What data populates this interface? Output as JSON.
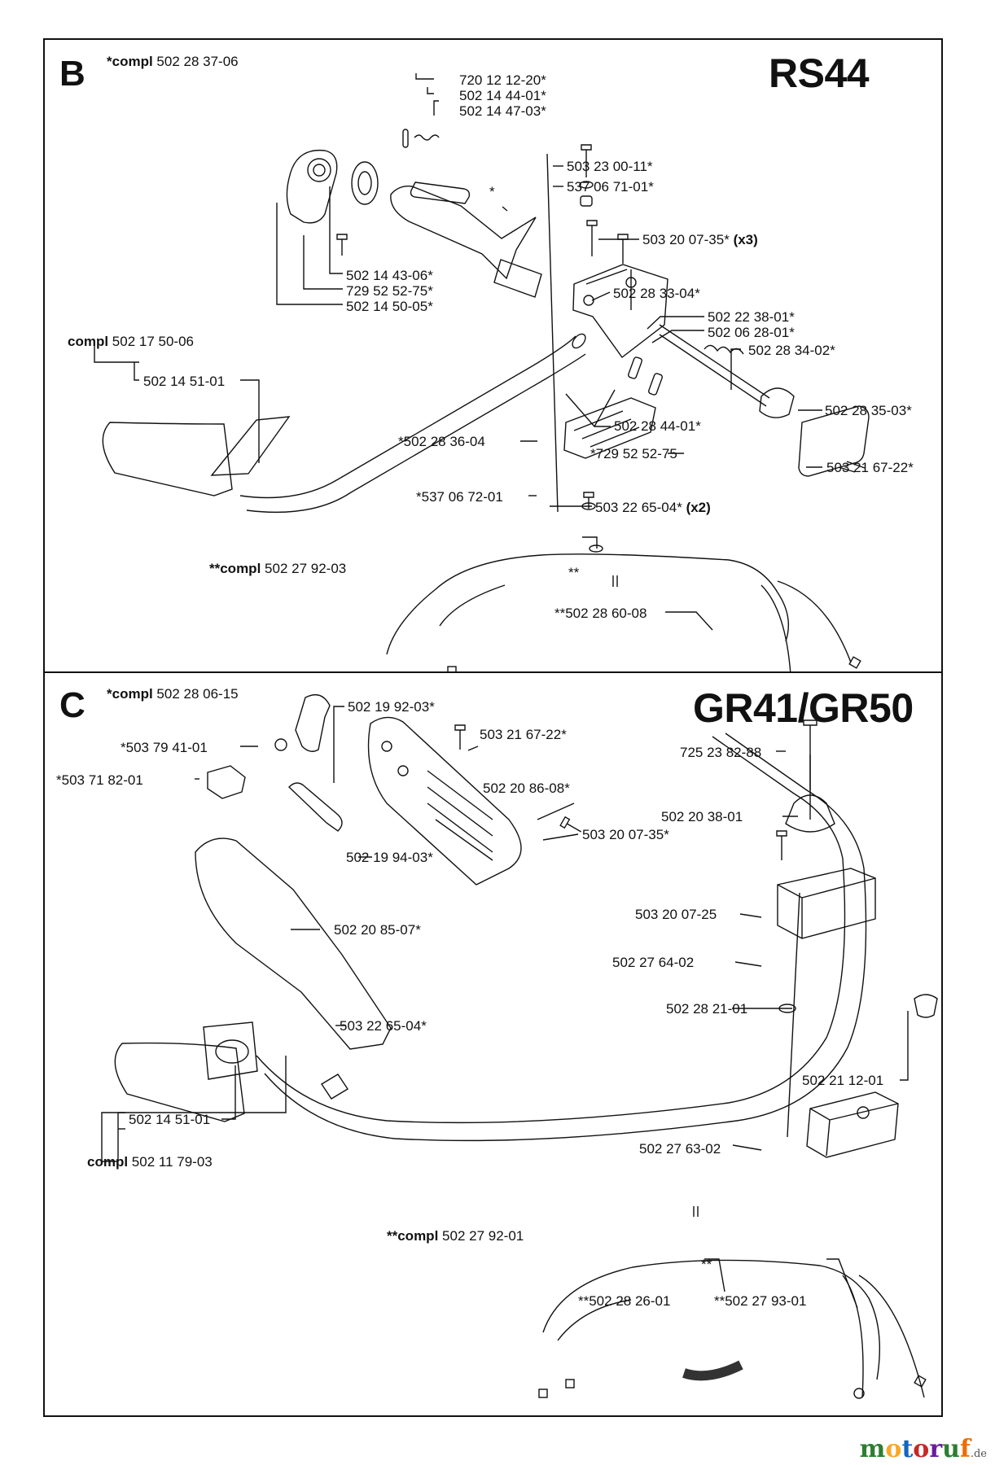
{
  "panel_b": {
    "letter": "B",
    "model": "RS44",
    "assembly": {
      "prefix": "*compl",
      "number": "502 28 37-06"
    },
    "labels": {
      "p1": "720 12 12-20*",
      "p2": "502 14 44-01*",
      "p3": "502 14 47-03*",
      "p4": "503 23 00-11*",
      "p5": "537 06 71-01*",
      "p6": "503 20 07-35*",
      "p6x": "(x3)",
      "p7": "502 14 43-06*",
      "p8": "729 52 52-75*",
      "p9": "502 14 50-05*",
      "p10": "502 28 33-04*",
      "p11": "502 22 38-01*",
      "p12": "502 06 28-01*",
      "p13": "502 28 34-02*",
      "p14": "502 14 51-01",
      "p15": "502 28 35-03*",
      "p16": "502 28 44-01*",
      "p17": "*502 28 36-04",
      "p18": "*729 52 52-75",
      "p19": "503 21 67-22*",
      "p20": "*537 06 72-01",
      "p21": "503 22 65-04*",
      "p21x": "(x2)",
      "p22": "**502 28 60-08",
      "star": "*",
      "dstar": "**"
    },
    "handle_assembly": {
      "prefix": "compl",
      "number": "502 17 50-06"
    },
    "cable_assembly": {
      "prefix": "**compl",
      "number": "502 27 92-03"
    }
  },
  "panel_c": {
    "letter": "C",
    "model": "GR41/GR50",
    "assembly": {
      "prefix": "*compl",
      "number": "502 28 06-15"
    },
    "labels": {
      "q1": "502 19 92-03*",
      "q2": "*503 79 41-01",
      "q3": "503 21 67-22*",
      "q4": "*503 71 82-01",
      "q5": "725 23 82-88",
      "q6": "502 20 86-08*",
      "q7": "502 20 38-01",
      "q8": "503 20 07-35*",
      "q9": "502 19 94-03*",
      "q10": "503 20 07-25",
      "q11": "502 20 85-07*",
      "q12": "502 27 64-02",
      "q13": "502 28 21-01",
      "q14": "503 22 65-04*",
      "q15": "502 21 12-01",
      "q16": "502 14 51-01",
      "q17": "502 27 63-02",
      "q18": "**502 28 26-01",
      "q19": "**502 27 93-01",
      "dstar": "**"
    },
    "handle_assembly": {
      "prefix": "compl",
      "number": "502 11 79-03"
    },
    "cable_assembly": {
      "prefix": "**compl",
      "number": "502 27 92-01"
    }
  },
  "watermark": {
    "m": "m",
    "o": "o",
    "t": "t",
    "o2": "o",
    "r": "r",
    "u": "u",
    "f": "f",
    "tld": ".de"
  }
}
